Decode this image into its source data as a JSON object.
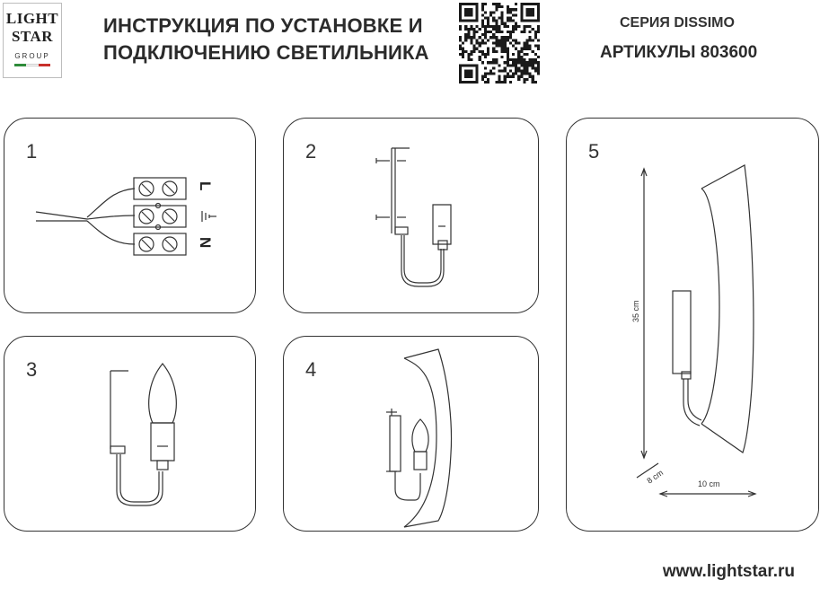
{
  "header": {
    "logo": {
      "line1": "LIGHT",
      "line2": "STAR",
      "line3": "GROUP",
      "flag_colors": [
        "#2e8b3a",
        "#ffffff",
        "#c8302b"
      ]
    },
    "title_line1": "ИНСТРУКЦИЯ ПО УСТАНОВКЕ И",
    "title_line2": "ПОДКЛЮЧЕНИЮ СВЕТИЛЬНИКА",
    "series": "СЕРИЯ DISSIMO",
    "articles": "АРТИКУЛЫ 803600",
    "qr_icon": "qr-code-icon"
  },
  "steps": [
    {
      "number": "1",
      "terminal_labels": [
        "L",
        "N"
      ]
    },
    {
      "number": "2"
    },
    {
      "number": "3"
    },
    {
      "number": "4"
    },
    {
      "number": "5",
      "dimensions": {
        "height": "35 cm",
        "depth": "8 cm",
        "width": "10 cm"
      }
    }
  ],
  "footer": {
    "website": "www.lightstar.ru"
  },
  "colors": {
    "line": "#333333",
    "panel_border": "#333333",
    "text": "#2b2b2b"
  }
}
